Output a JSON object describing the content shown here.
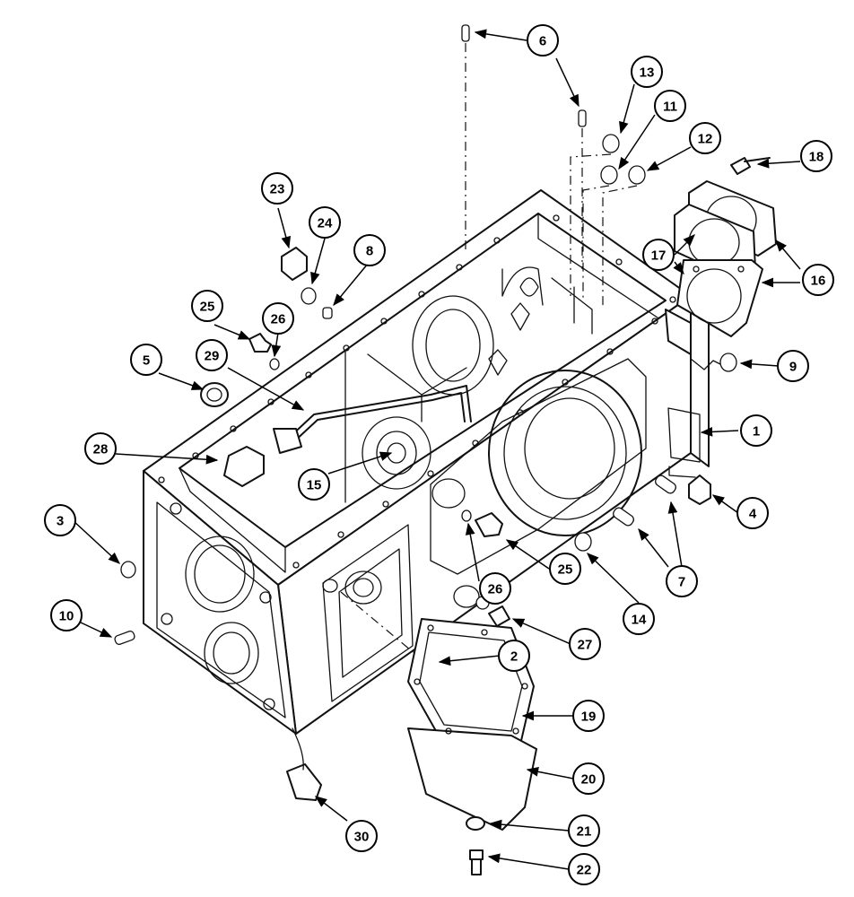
{
  "callouts": [
    {
      "id": "1",
      "label": "1"
    },
    {
      "id": "2",
      "label": "2"
    },
    {
      "id": "3",
      "label": "3"
    },
    {
      "id": "4",
      "label": "4"
    },
    {
      "id": "5",
      "label": "5"
    },
    {
      "id": "6",
      "label": "6"
    },
    {
      "id": "7",
      "label": "7"
    },
    {
      "id": "8",
      "label": "8"
    },
    {
      "id": "9",
      "label": "9"
    },
    {
      "id": "10",
      "label": "10"
    },
    {
      "id": "11",
      "label": "11"
    },
    {
      "id": "12",
      "label": "12"
    },
    {
      "id": "13",
      "label": "13"
    },
    {
      "id": "14",
      "label": "14"
    },
    {
      "id": "15",
      "label": "15"
    },
    {
      "id": "16",
      "label": "16"
    },
    {
      "id": "17",
      "label": "17"
    },
    {
      "id": "18",
      "label": "18"
    },
    {
      "id": "19",
      "label": "19"
    },
    {
      "id": "20",
      "label": "20"
    },
    {
      "id": "21",
      "label": "21"
    },
    {
      "id": "22",
      "label": "22"
    },
    {
      "id": "23",
      "label": "23"
    },
    {
      "id": "24",
      "label": "24"
    },
    {
      "id": "25a",
      "label": "25"
    },
    {
      "id": "25b",
      "label": "25"
    },
    {
      "id": "26a",
      "label": "26"
    },
    {
      "id": "26b",
      "label": "26"
    },
    {
      "id": "27",
      "label": "27"
    },
    {
      "id": "28",
      "label": "28"
    },
    {
      "id": "29",
      "label": "29"
    },
    {
      "id": "30",
      "label": "30"
    }
  ]
}
